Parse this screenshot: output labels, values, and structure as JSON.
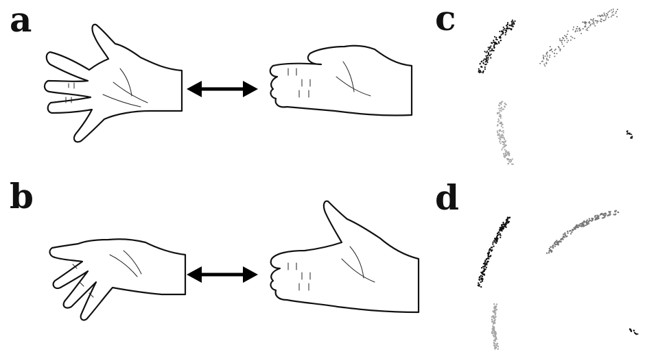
{
  "panels": {
    "a": {
      "label": "a"
    },
    "b": {
      "label": "b"
    },
    "c": {
      "label": "c"
    },
    "d": {
      "label": "d"
    }
  },
  "colors": {
    "ink": "#111111",
    "cluster_black": "#111111",
    "cluster_dark_gray": "#777777",
    "cluster_light_gray": "#a6a6a6"
  },
  "icons": {
    "hand_open": "open-hand-icon",
    "hand_closed": "closed-hand-icon",
    "hand_spread": "spread-hand-icon",
    "hand_reach": "reaching-hand-icon",
    "double_arrow": "double-arrow-icon"
  }
}
